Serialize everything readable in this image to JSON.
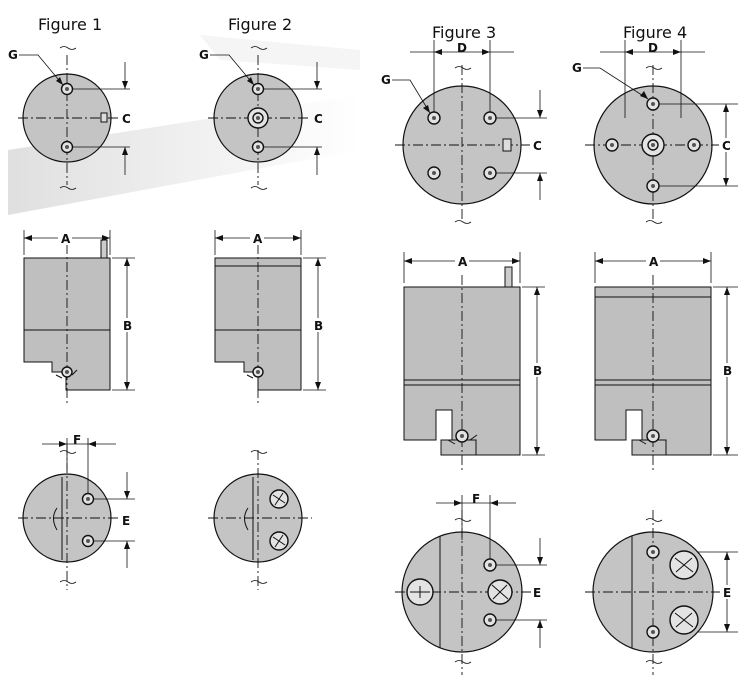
{
  "figures": [
    {
      "title": "Figure 1"
    },
    {
      "title": "Figure 2"
    },
    {
      "title": "Figure 3"
    },
    {
      "title": "Figure 4"
    }
  ],
  "labels": {
    "A": "A",
    "B": "B",
    "C": "C",
    "D": "D",
    "E": "E",
    "F": "F",
    "G": "G"
  },
  "colors": {
    "fill": "#bfbfbf",
    "line": "#111111",
    "hole": "#e3e3e3",
    "sweep": "#e9e9e9"
  }
}
